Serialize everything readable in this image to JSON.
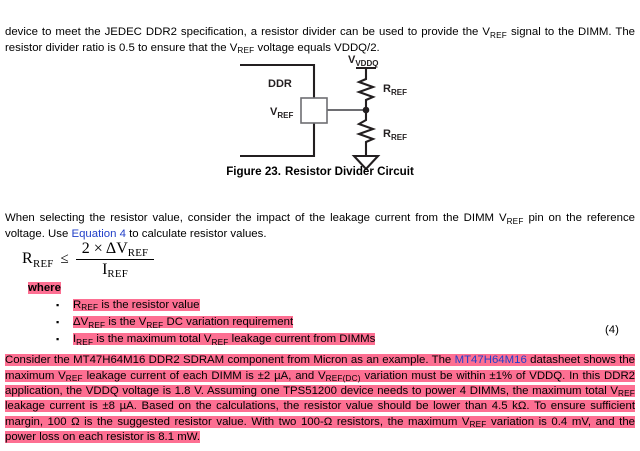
{
  "document": {
    "intro_paragraph": {
      "part1": "device to meet the JEDEC DDR2 specification, a resistor divider can be used to provide the V",
      "sub1": "REF",
      "part2": " signal to the DIMM. The resistor divider ratio is 0.5 to ensure that the V",
      "sub2": "REF",
      "part3": " voltage equals VDDQ/2."
    },
    "figure": {
      "caption_number": "Figure 23.",
      "caption_title": "Resistor Divider Circuit",
      "labels": {
        "chip": "DDR",
        "pin": "V",
        "pin_sub": "REF",
        "supply": "V",
        "supply_sub": "VDDQ",
        "resistor_top": "R",
        "resistor_top_sub": "REF",
        "resistor_bottom": "R",
        "resistor_bottom_sub": "REF"
      }
    },
    "selecting_paragraph": {
      "part1": "When selecting the resistor value, consider the impact of the leakage current from the DIMM V",
      "sub1": "REF",
      "part2": " pin on the reference voltage. Use ",
      "link": "Equation 4",
      "part3": " to calculate resistor values."
    },
    "equation": {
      "lhs": "R",
      "lhs_sub": "REF",
      "relation": "≤",
      "numerator_prefix": "2 × ΔV",
      "numerator_sub": "REF",
      "denominator": "I",
      "denominator_sub": "REF",
      "number": "(4)"
    },
    "where": {
      "label": "where",
      "bullet_glyph": "▪",
      "items": [
        {
          "symbol": "R",
          "symbol_sub": "REF",
          "text_1": " is the resistor value",
          "mid_sub": "",
          "text_2": ""
        },
        {
          "symbol": "ΔV",
          "symbol_sub": "REF",
          "text_1": " is the V",
          "mid_sub": "REF",
          "text_2": " DC variation requirement"
        },
        {
          "symbol": "I",
          "symbol_sub": "REF",
          "text_1": " is the maximum total V",
          "mid_sub": "REF",
          "text_2": " leakage current from DIMMs"
        }
      ]
    },
    "consider_paragraph": {
      "part1": "Consider the MT47H64M16 DDR2 SDRAM component from Micron as an example. The ",
      "link": "MT47H64M16",
      "part2": " datasheet shows the maximum V",
      "sub1": "REF",
      "part3": " leakage current of each DIMM is ±2 µA, and V",
      "sub2": "REF(DC)",
      "part4": " variation must be within ±1% of VDDQ. In this DDR2 application, the VDDQ voltage is 1.8 V. Assuming one TPS51200 device needs to power 4 DIMMs, the maximum total V",
      "sub3": "REF",
      "part5": " leakage current is ±8 µA. Based on the calculations, the resistor value should be lower than 4.5 kΩ. To ensure sufficient margin, 100 Ω is the suggested resistor value. With two 100-Ω resistors, the maximum V",
      "sub4": "REF",
      "part6": " variation is 0.4 mV, and the power loss on each resistor is 8.1 mW."
    },
    "colors": {
      "highlight": "#fd6f92",
      "link": "#2240c8",
      "line": "#231f20",
      "text": "#000000"
    }
  }
}
